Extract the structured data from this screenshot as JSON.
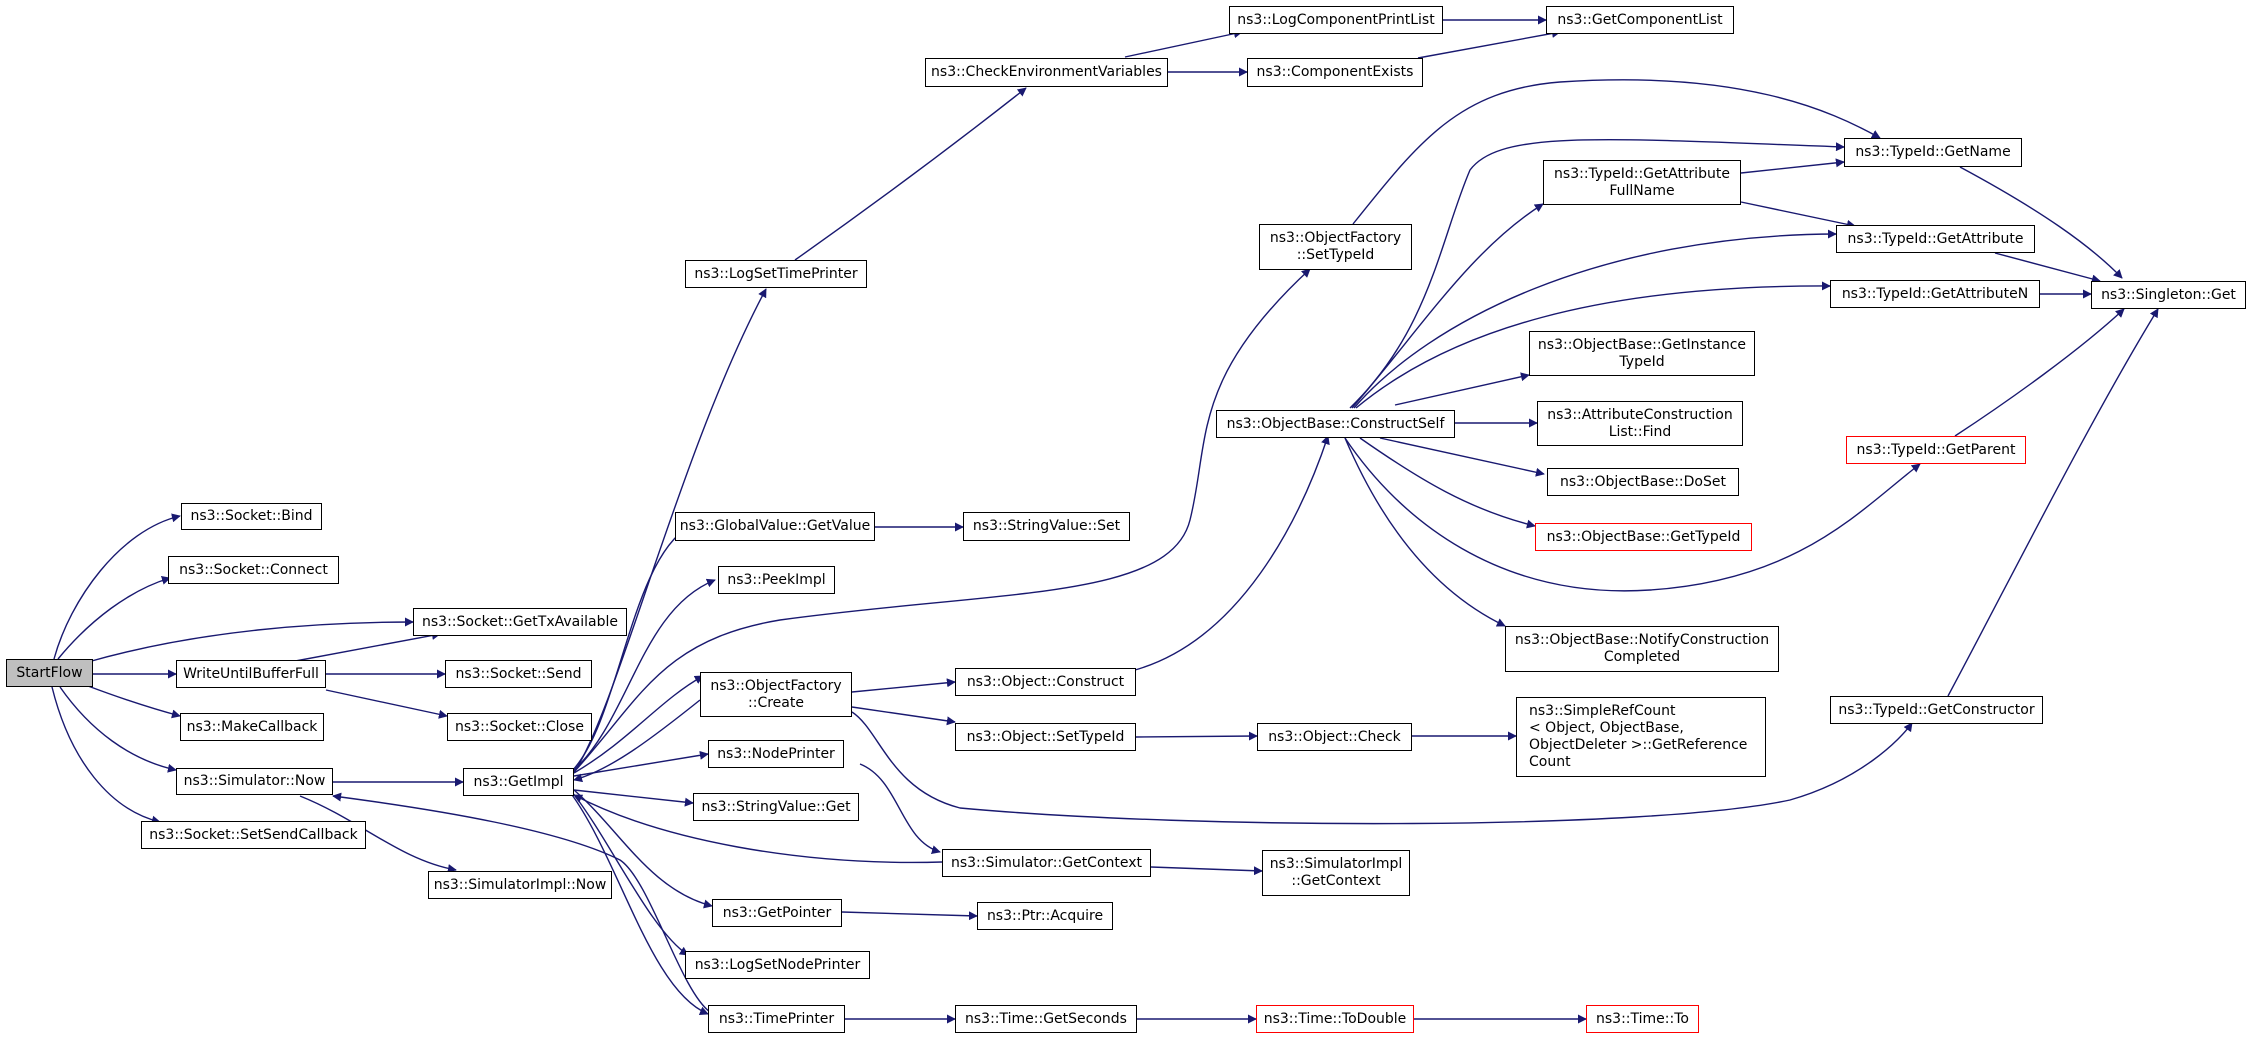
{
  "graph": {
    "edge_color": "#191970",
    "root_fill": "#bfbfbf",
    "incomplete_border": "#ff0000",
    "nodes": {
      "startflow": "StartFlow",
      "socket_bind": "ns3::Socket::Bind",
      "socket_connect": "ns3::Socket::Connect",
      "socket_gettx": "ns3::Socket::GetTxAvailable",
      "writeuntil": "WriteUntilBufferFull",
      "makecallback": "ns3::MakeCallback",
      "sim_now": "ns3::Simulator::Now",
      "socket_setsendcb": "ns3::Socket::SetSendCallback",
      "socket_send": "ns3::Socket::Send",
      "socket_close": "ns3::Socket::Close",
      "getimpl": "ns3::GetImpl",
      "simimpl_now": "ns3::SimulatorImpl::Now",
      "logsettimeprinter": "ns3::LogSetTimePrinter",
      "globalvalue_get": "ns3::GlobalValue::GetValue",
      "peekimpl": "ns3::PeekImpl",
      "objfactory_create": "ns3::ObjectFactory\n::Create",
      "nodeprinter": "ns3::NodePrinter",
      "stringvalue_get": "ns3::StringValue::Get",
      "getpointer": "ns3::GetPointer",
      "logsetnodeprinter": "ns3::LogSetNodePrinter",
      "timeprinter": "ns3::TimePrinter",
      "checkenv": "ns3::CheckEnvironmentVariables",
      "stringvalue_set": "ns3::StringValue::Set",
      "object_construct": "ns3::Object::Construct",
      "object_settypeid": "ns3::Object::SetTypeId",
      "sim_getcontext": "ns3::Simulator::GetContext",
      "ptr_acquire": "ns3::Ptr::Acquire",
      "time_getseconds": "ns3::Time::GetSeconds",
      "logcompprintlist": "ns3::LogComponentPrintList",
      "componentexists": "ns3::ComponentExists",
      "objfactory_settypeid": "ns3::ObjectFactory\n::SetTypeId",
      "objbase_constructself": "ns3::ObjectBase::ConstructSelf",
      "object_check": "ns3::Object::Check",
      "simimpl_getcontext": "ns3::SimulatorImpl\n::GetContext",
      "time_todouble": "ns3::Time::ToDouble",
      "getcomponentlist": "ns3::GetComponentList",
      "typeid_getattrfullname": "ns3::TypeId::GetAttribute\nFullName",
      "objbase_getinstancetypeid": "ns3::ObjectBase::GetInstance\nTypeId",
      "attrconstructionlist_find": "ns3::AttributeConstruction\nList::Find",
      "objbase_doset": "ns3::ObjectBase::DoSet",
      "objbase_gettypeid": "ns3::ObjectBase::GetTypeId",
      "objbase_notifyconstruction": "ns3::ObjectBase::NotifyConstruction\nCompleted",
      "simplerefcount": "ns3::SimpleRefCount\n< Object, ObjectBase,\n ObjectDeleter >::GetReference\nCount",
      "time_to": "ns3::Time::To",
      "typeid_getname": "ns3::TypeId::GetName",
      "typeid_getattribute": "ns3::TypeId::GetAttribute",
      "typeid_getattributen": "ns3::TypeId::GetAttributeN",
      "typeid_getparent": "ns3::TypeId::GetParent",
      "typeid_getconstructor": "ns3::TypeId::GetConstructor",
      "singleton_get": "ns3::Singleton::Get"
    }
  }
}
